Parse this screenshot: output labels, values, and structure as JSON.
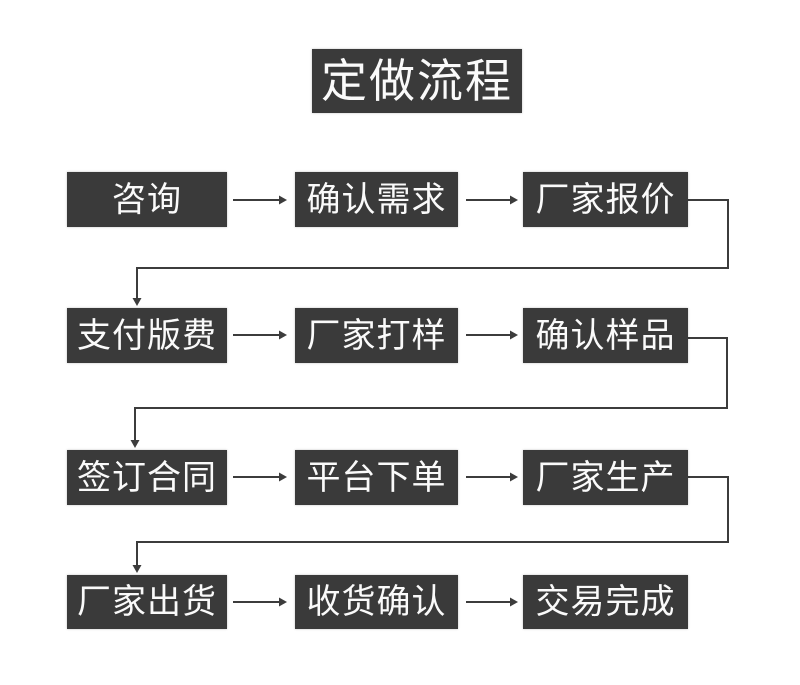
{
  "title": "定做流程",
  "colors": {
    "page_bg": "#ffffff",
    "box_bg": "#3a3a3a",
    "box_text": "#fafafa",
    "line": "#3c3c3c"
  },
  "rows": [
    {
      "steps": [
        "咨询",
        "确认需求",
        "厂家报价"
      ]
    },
    {
      "steps": [
        "支付版费",
        "厂家打样",
        "确认样品"
      ]
    },
    {
      "steps": [
        "签订合同",
        "平台下单",
        "厂家生产"
      ]
    },
    {
      "steps": [
        "厂家出货",
        "收货确认",
        "交易完成"
      ]
    }
  ],
  "flow_order": [
    "咨询",
    "确认需求",
    "厂家报价",
    "支付版费",
    "厂家打样",
    "确认样品",
    "签订合同",
    "平台下单",
    "厂家生产",
    "厂家出货",
    "收货确认",
    "交易完成"
  ]
}
